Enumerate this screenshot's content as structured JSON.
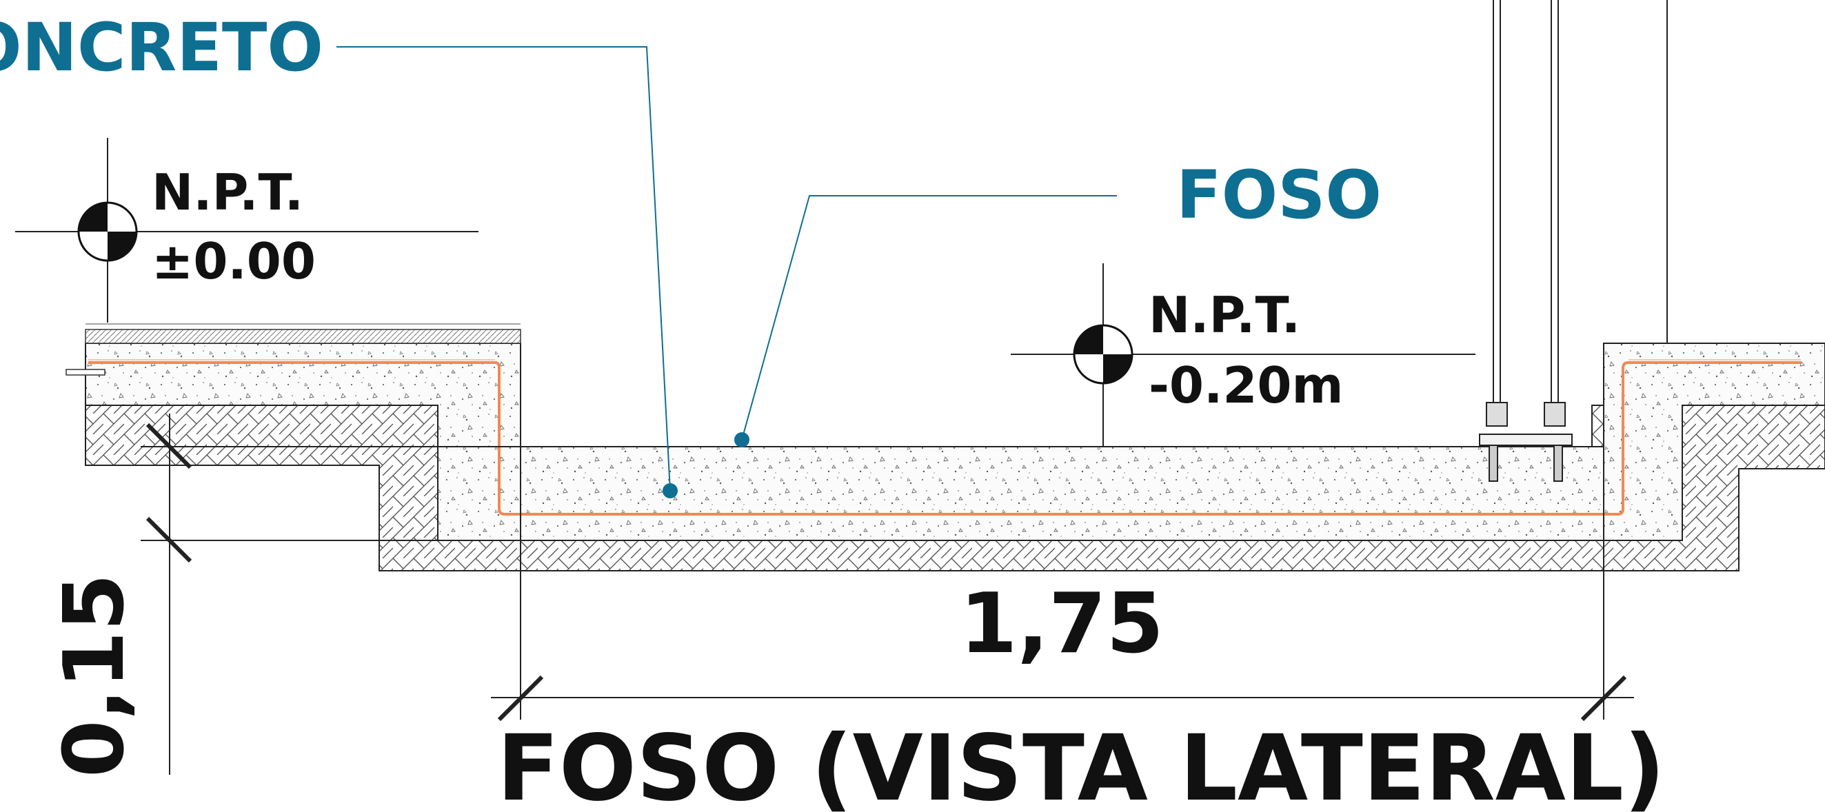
{
  "labels": {
    "concreto": "ONCRETO",
    "foso": "FOSO",
    "title": "FOSO (VISTA LATERAL)"
  },
  "levels": {
    "upper": {
      "name": "N.P.T.",
      "value": "±0.00"
    },
    "lower": {
      "name": "N.P.T.",
      "value": "-0.20m"
    }
  },
  "dimensions": {
    "width": "1,75",
    "depth": "0,15"
  },
  "colors": {
    "label_blue": "#0e6f92",
    "rebar_orange": "#f08a55",
    "line_black": "#111111"
  }
}
